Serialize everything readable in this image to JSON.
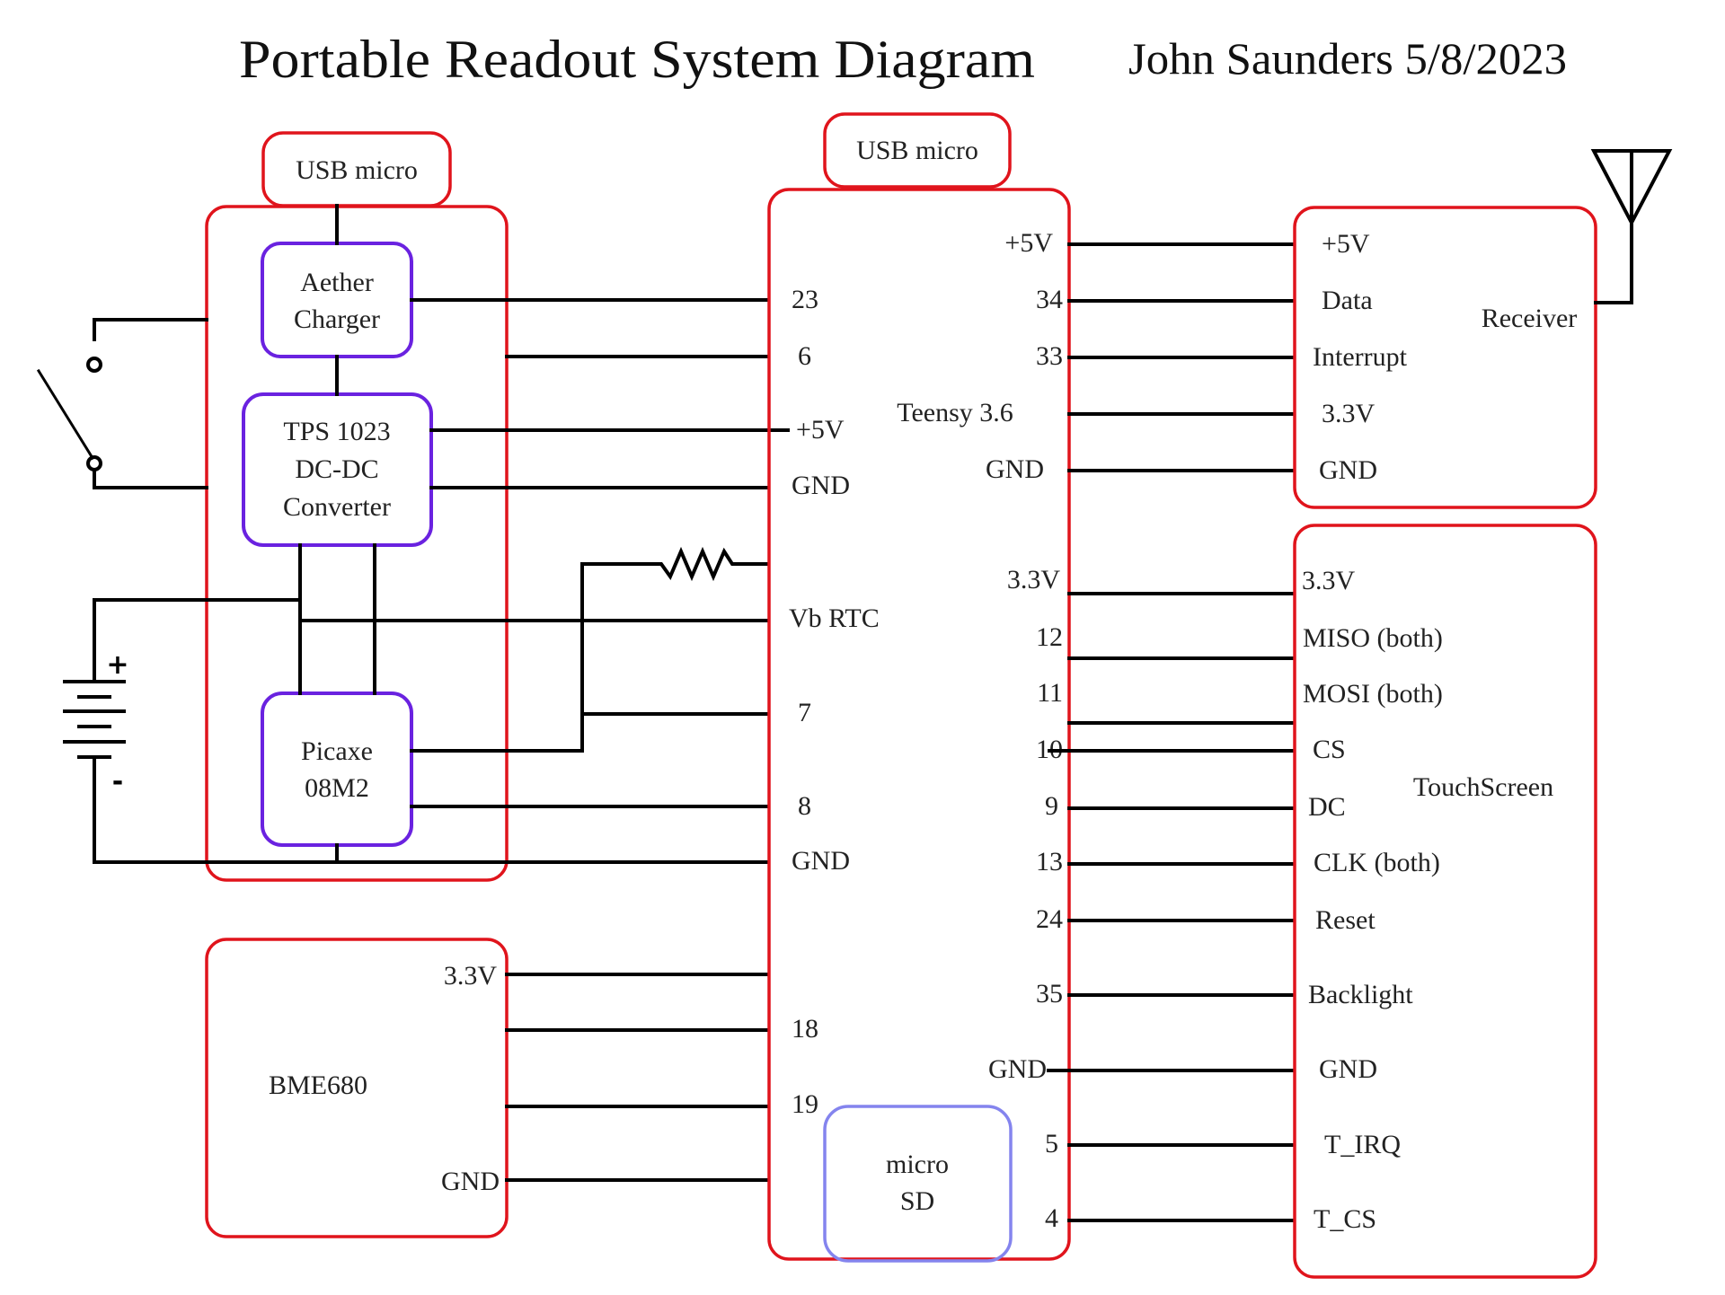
{
  "header": {
    "title": "Portable Readout System Diagram",
    "author_date": "John Saunders 5/8/2023"
  },
  "colors": {
    "module_outline": "#e0141c",
    "submodule_outline": "#6a22e0",
    "sd_outline": "#8484ee",
    "wire": "#000000"
  },
  "power_module": {
    "usb_label": "USB micro",
    "charger": [
      "Aether",
      "Charger"
    ],
    "converter": [
      "TPS 1023",
      "DC-DC",
      "Converter"
    ],
    "picaxe": [
      "Picaxe",
      "08M2"
    ],
    "battery_plus": "+",
    "battery_minus": "-",
    "switch_icon": "switch-icon",
    "battery_icon": "battery-icon",
    "resistor_icon": "resistor-icon"
  },
  "teensy": {
    "name": "Teensy 3.6",
    "usb_label": "USB micro",
    "sd_label": [
      "micro",
      "SD"
    ],
    "left_pins": [
      "23",
      "6",
      "+5V",
      "GND",
      "Vb RTC",
      "7",
      "8",
      "GND",
      "18",
      "19"
    ],
    "right_pins": [
      "+5V",
      "34",
      "33",
      "GND",
      "3.3V",
      "12",
      "11",
      "10",
      "9",
      "13",
      "24",
      "35",
      "GND",
      "5",
      "4"
    ]
  },
  "receiver": {
    "name": "Receiver",
    "pins": [
      "+5V",
      "Data",
      "Interrupt",
      "3.3V",
      "GND"
    ],
    "antenna_icon": "antenna-icon"
  },
  "touchscreen": {
    "name": "TouchScreen",
    "pins": [
      "3.3V",
      "MISO (both)",
      "MOSI (both)",
      "CS",
      "DC",
      "CLK (both)",
      "Reset",
      "Backlight",
      "GND",
      "T_IRQ",
      "T_CS"
    ]
  },
  "bme680": {
    "name": "BME680",
    "pins": [
      "3.3V",
      "GND"
    ]
  }
}
